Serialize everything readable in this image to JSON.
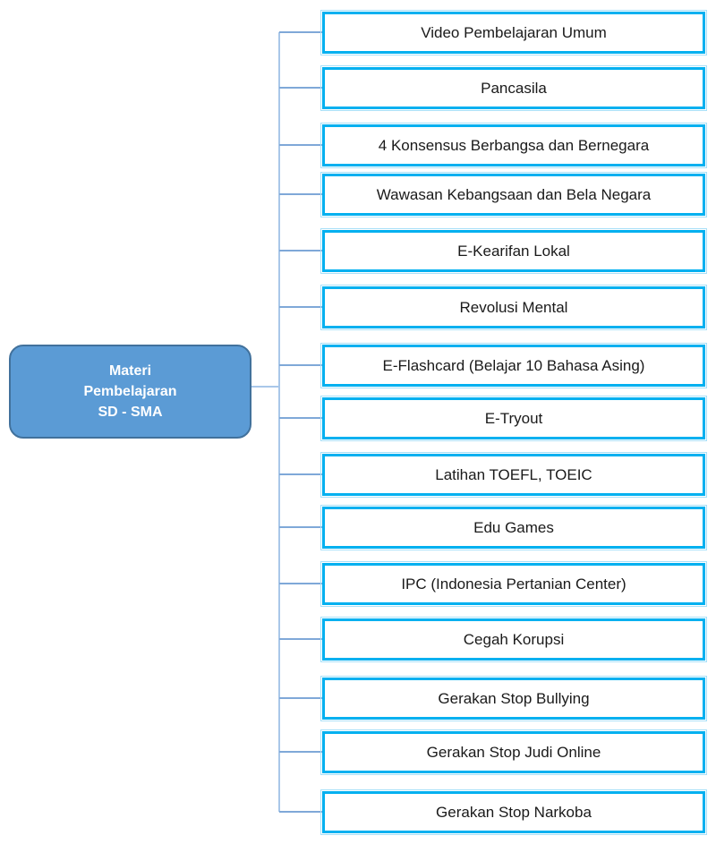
{
  "root": {
    "lines": [
      "Materi",
      "Pembelajaran",
      "SD - SMA"
    ]
  },
  "children": [
    "Video Pembelajaran Umum",
    "Pancasila",
    "4 Konsensus Berbangsa dan Bernegara",
    "Wawasan Kebangsaan dan Bela Negara",
    "E-Kearifan Lokal",
    "Revolusi Mental",
    "E-Flashcard (Belajar 10 Bahasa Asing)",
    "E-Tryout",
    "Latihan TOEFL, TOEIC",
    "Edu Games",
    "IPC (Indonesia Pertanian Center)",
    "Cegah Korupsi",
    "Gerakan Stop Bullying",
    "Gerakan Stop Judi Online",
    "Gerakan Stop Narkoba"
  ],
  "colors": {
    "background": "#FFFFFF",
    "root-fill": "#5B9BD5",
    "root-border": "#41719C",
    "root-text": "#FFFFFF",
    "child-fill": "#FFFFFF",
    "child-border": "#00B0F0",
    "child-border-outer": "#A8E0F8",
    "child-text": "#1A1A1A",
    "spine-line": "#A9C7E9",
    "branch-line": "#7FA8D8"
  }
}
